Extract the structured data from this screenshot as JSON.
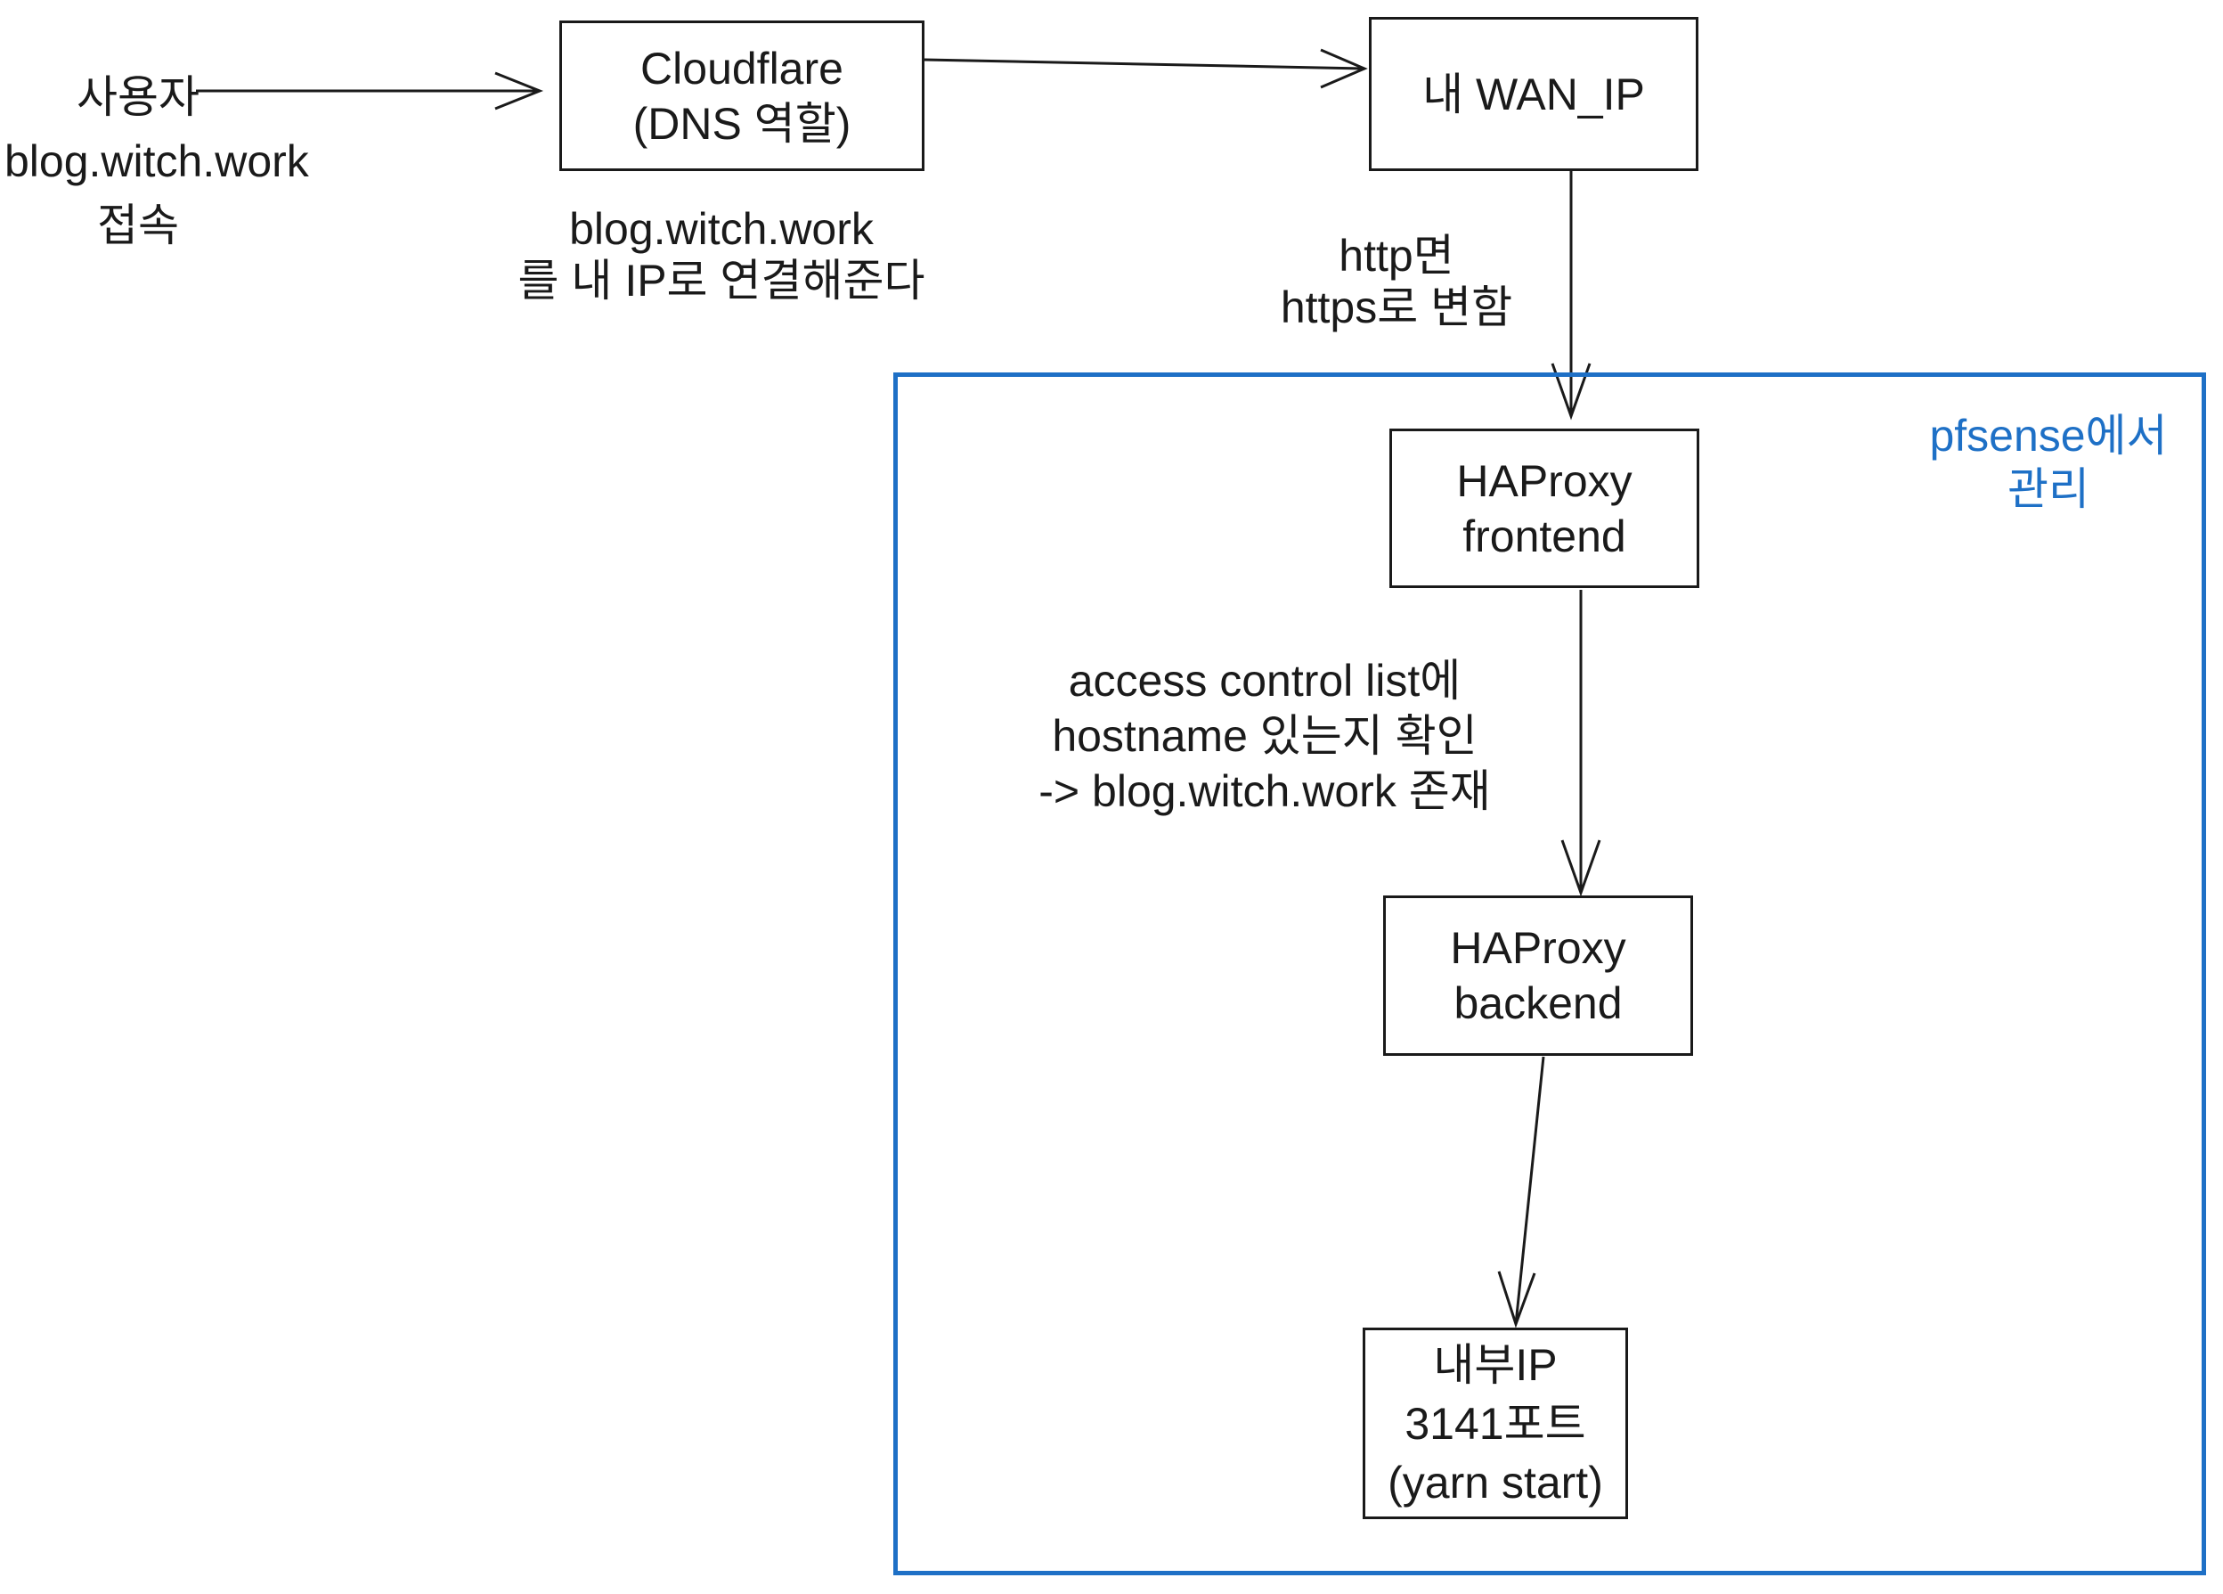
{
  "colors": {
    "accent_blue": "#1e70c6",
    "ink": "#1a1a1a",
    "background": "#ffffff"
  },
  "labels": {
    "user": [
      "사용자",
      "blog.witch.work",
      "접속"
    ],
    "dns_note": [
      "blog.witch.work",
      "를 내 IP로 연결해준다"
    ],
    "http_note": [
      "http면",
      "https로 변함"
    ],
    "acl_note": [
      "access control list에",
      "hostname 있는지 확인",
      "-> blog.witch.work 존재"
    ],
    "pfsense_group": [
      "pfsense에서",
      "관리"
    ]
  },
  "nodes": {
    "cloudflare": [
      "Cloudflare",
      "(DNS 역할)"
    ],
    "wan_ip": [
      "내 WAN_IP"
    ],
    "haproxy_frontend": [
      "HAProxy",
      "frontend"
    ],
    "haproxy_backend": [
      "HAProxy",
      "backend"
    ],
    "internal_ip": [
      "내부IP",
      "3141포트",
      "(yarn start)"
    ]
  }
}
